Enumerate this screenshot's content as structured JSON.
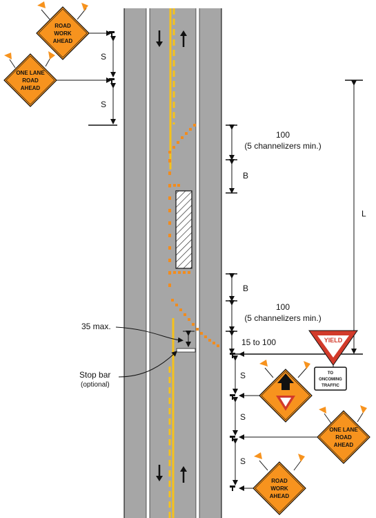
{
  "signs": {
    "road_work_ahead": [
      "ROAD",
      "WORK",
      "AHEAD"
    ],
    "one_lane_road_ahead": [
      "ONE LANE",
      "ROAD",
      "AHEAD"
    ],
    "yield": "YIELD",
    "to_oncoming_traffic": [
      "TO",
      "ONCOMING",
      "TRAFFIC"
    ]
  },
  "labels": {
    "s": "S",
    "b": "B",
    "l": "L",
    "taper_length": "100",
    "channelizers": "(5 channelizers min.)",
    "range_15_100": "15  to 100",
    "max_35": "35  max.",
    "stop_bar": "Stop bar",
    "optional": "(optional)"
  },
  "colors": {
    "road": "#a6a6a6",
    "lane_line": "#ffffff",
    "center_line": "#f6c21b",
    "channelizer": "#f28c1d",
    "sign_orange": "#f7931e",
    "yield_red": "#d23a2a"
  }
}
